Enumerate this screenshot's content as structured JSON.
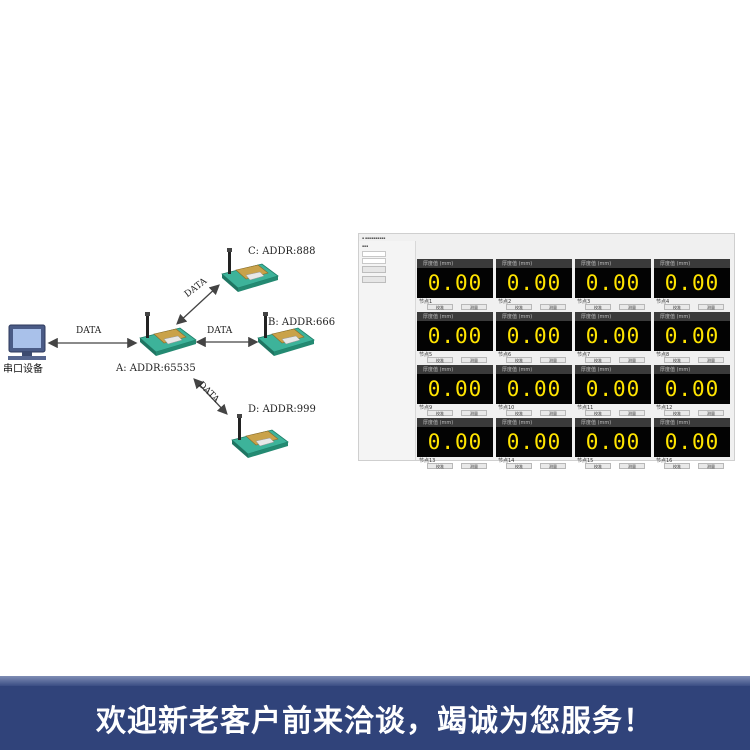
{
  "diagram": {
    "serial_device_label": "串口设备",
    "link_label": "DATA",
    "nodes": {
      "a": "A: ADDR:65535",
      "b": "B: ADDR:666",
      "c": "C: ADDR:888",
      "d": "D: ADDR:999"
    }
  },
  "app": {
    "node_header": "厚度值 (mm)",
    "buttons": {
      "calibrate": "校准",
      "measure": "测量"
    },
    "nodes": [
      {
        "name": "节点1",
        "value": "0.00"
      },
      {
        "name": "节点2",
        "value": "0.00"
      },
      {
        "name": "节点3",
        "value": "0.00"
      },
      {
        "name": "节点4",
        "value": "0.00"
      },
      {
        "name": "节点5",
        "value": "0.00"
      },
      {
        "name": "节点6",
        "value": "0.00"
      },
      {
        "name": "节点7",
        "value": "0.00"
      },
      {
        "name": "节点8",
        "value": "0.00"
      },
      {
        "name": "节点9",
        "value": "0.00"
      },
      {
        "name": "节点10",
        "value": "0.00"
      },
      {
        "name": "节点11",
        "value": "0.00"
      },
      {
        "name": "节点12",
        "value": "0.00"
      },
      {
        "name": "节点13",
        "value": "0.00"
      },
      {
        "name": "节点14",
        "value": "0.00"
      },
      {
        "name": "节点15",
        "value": "0.00"
      },
      {
        "name": "节点16",
        "value": "0.00"
      }
    ]
  },
  "banner": {
    "text": "欢迎新老客户前来洽谈，竭诚为您服务！"
  },
  "colors": {
    "banner_bg": "#30437a",
    "display_digits": "#ffe400",
    "module_board": "#2fa88c"
  }
}
